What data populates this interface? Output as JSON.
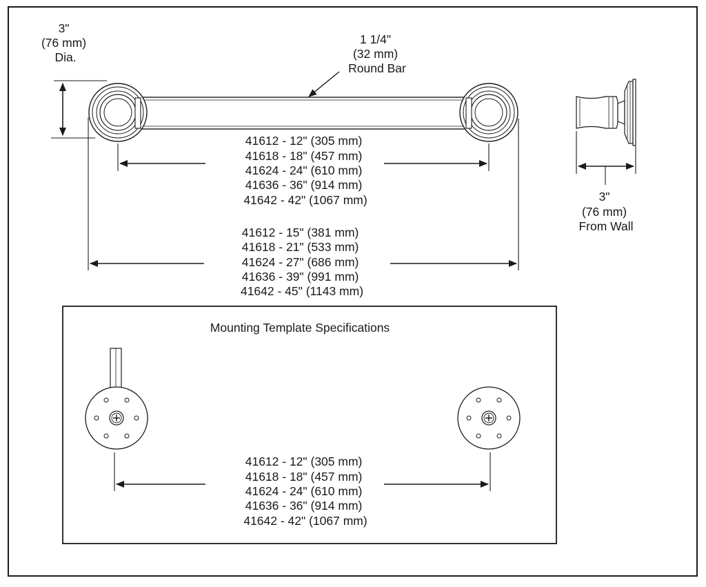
{
  "diameter_label": [
    "3\"",
    "(76 mm)",
    "Dia."
  ],
  "bar_label": [
    "1 1/4\"",
    "(32 mm)",
    "Round Bar"
  ],
  "wall_label": [
    "3\"",
    "(76 mm)",
    "From Wall"
  ],
  "inner_lengths": [
    "41612 - 12\" (305 mm)",
    "41618 - 18\" (457 mm)",
    "41624 - 24\" (610 mm)",
    "41636 - 36\" (914 mm)",
    "41642 - 42\" (1067 mm)"
  ],
  "overall_lengths": [
    "41612 - 15\" (381 mm)",
    "41618 - 21\" (533 mm)",
    "41624 - 27\" (686 mm)",
    "41636 - 39\" (991 mm)",
    "41642 - 45\" (1143 mm)"
  ],
  "template": {
    "title": "Mounting Template Specifications",
    "lengths": [
      "41612 - 12\" (305 mm)",
      "41618 - 18\" (457 mm)",
      "41624 - 24\" (610 mm)",
      "41636 - 36\" (914 mm)",
      "41642 - 42\" (1067 mm)"
    ]
  }
}
